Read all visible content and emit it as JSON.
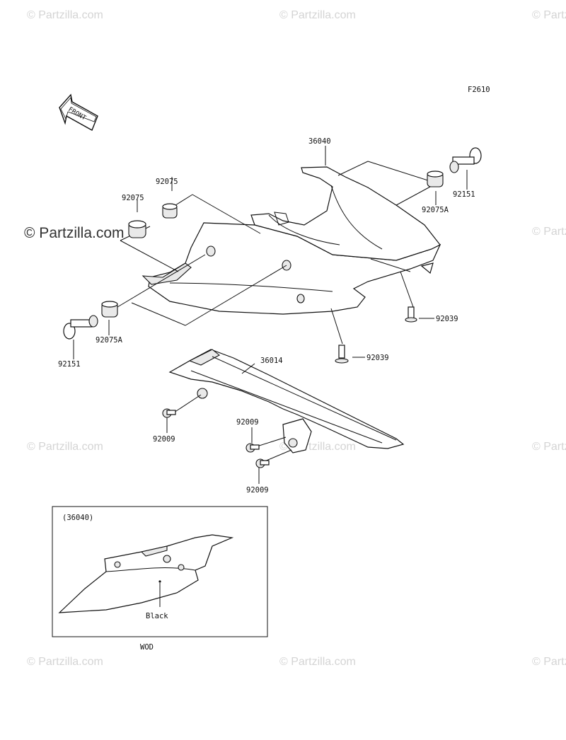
{
  "figure_code": "F2610",
  "front_arrow_label": "FRONT",
  "watermark_text": "© Partzilla.com",
  "labels": {
    "p36040": "36040",
    "p92075_top": "92075",
    "p92075_left": "92075",
    "p92075A_right": "92075A",
    "p92151_right": "92151",
    "p92075A_left": "92075A",
    "p92151_left": "92151",
    "p92039_right": "92039",
    "p92039_mid": "92039",
    "p36014": "36014",
    "p92009_left": "92009",
    "p92009_mid": "92009",
    "p92009_bottom": "92009"
  },
  "inset": {
    "title": "(36040)",
    "color_note": "Black",
    "caption": "WOD"
  },
  "colors": {
    "line": "#111111",
    "watermark": "#d4d4d4",
    "background": "#ffffff"
  }
}
